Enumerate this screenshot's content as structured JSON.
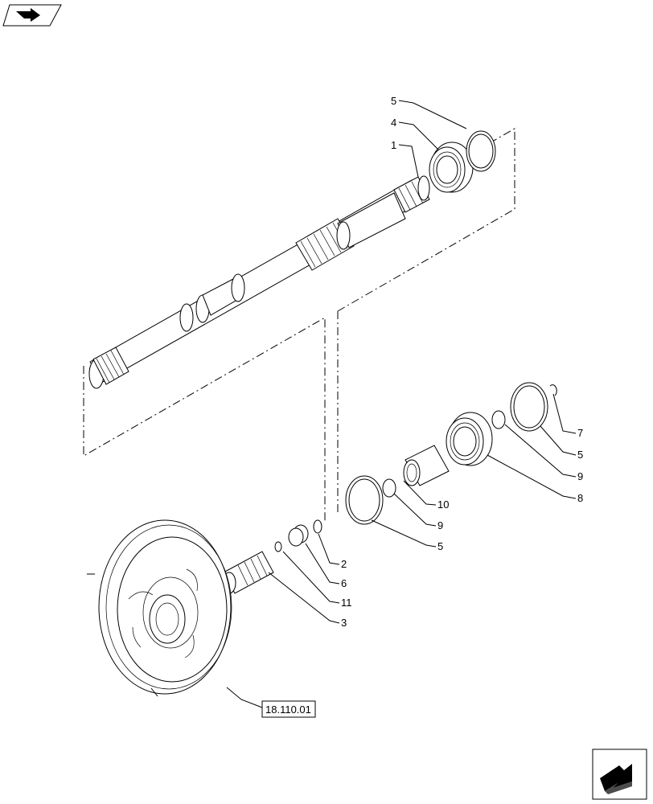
{
  "callouts": [
    {
      "id": "c5a",
      "text": "5"
    },
    {
      "id": "c4",
      "text": "4"
    },
    {
      "id": "c1",
      "text": "1"
    },
    {
      "id": "c7",
      "text": "7"
    },
    {
      "id": "c5b",
      "text": "5"
    },
    {
      "id": "c9a",
      "text": "9"
    },
    {
      "id": "c8",
      "text": "8"
    },
    {
      "id": "c10",
      "text": "10"
    },
    {
      "id": "c9b",
      "text": "9"
    },
    {
      "id": "c5c",
      "text": "5"
    },
    {
      "id": "c2",
      "text": "2"
    },
    {
      "id": "c6",
      "text": "6"
    },
    {
      "id": "c11",
      "text": "11"
    },
    {
      "id": "c3",
      "text": "3"
    }
  ],
  "reference_box": {
    "text": "18.110.01"
  },
  "icons": {
    "top_left": "previous-page-arrow-icon",
    "bottom_right": "next-page-arrow-icon"
  }
}
